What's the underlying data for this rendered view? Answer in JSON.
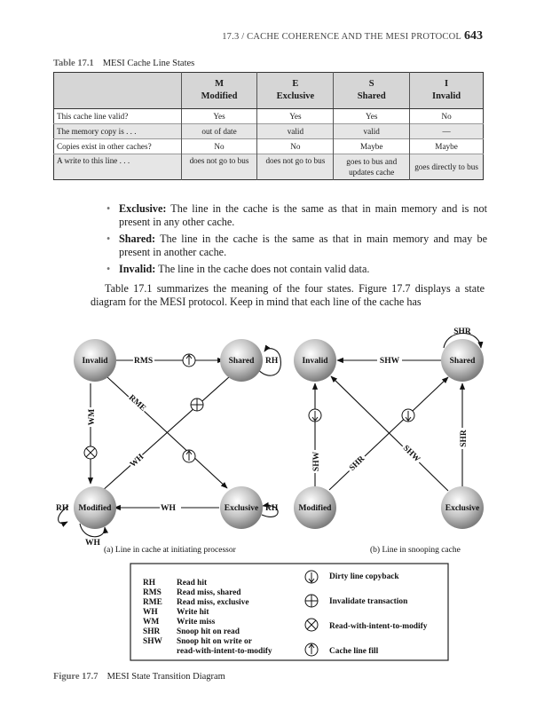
{
  "header": {
    "running_title": "17.3 / CACHE COHERENCE AND THE MESI PROTOCOL",
    "page_number": "643"
  },
  "table": {
    "label": "Table 17.1",
    "caption": "MESI Cache Line States",
    "columns": [
      {
        "letter": "M",
        "name": "Modified"
      },
      {
        "letter": "E",
        "name": "Exclusive"
      },
      {
        "letter": "S",
        "name": "Shared"
      },
      {
        "letter": "I",
        "name": "Invalid"
      }
    ],
    "rows": [
      {
        "label": "This cache line valid?",
        "cells": [
          "Yes",
          "Yes",
          "Yes",
          "No"
        ]
      },
      {
        "label": "The memory copy is . . .",
        "cells": [
          "out of date",
          "valid",
          "valid",
          "—"
        ]
      },
      {
        "label": "Copies exist in other caches?",
        "cells": [
          "No",
          "No",
          "Maybe",
          "Maybe"
        ]
      },
      {
        "label": "A write to this line . . .",
        "cells": [
          "does not go to bus",
          "does not go to bus",
          "goes to bus and updates cache",
          "goes directly to bus"
        ]
      }
    ]
  },
  "bullets": [
    {
      "term": "Exclusive:",
      "text": "The line in the cache is the same as that in main memory and is not present in any other cache."
    },
    {
      "term": "Shared:",
      "text": "The line in the cache is the same as that in main memory and may be present in another cache."
    },
    {
      "term": "Invalid:",
      "text": "The line in the cache does not contain valid data."
    }
  ],
  "paragraph": "Table 17.1 summarizes the meaning of the four states. Figure 17.7 displays a state diagram for the MESI protocol. Keep in mind that each line of the cache has",
  "figure": {
    "label": "Figure 17.7",
    "caption": "MESI State Transition Diagram",
    "states": {
      "invalid": "Invalid",
      "shared": "Shared",
      "modified": "Modified",
      "exclusive": "Exclusive"
    },
    "left_edges": {
      "rms": "RMS",
      "wm": "WM",
      "rme": "RME",
      "wh_diag": "WH",
      "wh_bottom": "WH",
      "rh_shared": "RH",
      "rh_modified": "RH",
      "rh_exclusive": "RH",
      "wh_loop": "WH"
    },
    "right_edges": {
      "shw_top": "SHW",
      "shw_left": "SHW",
      "shr_diag": "SHR",
      "shw_diag": "SHW",
      "shr_right": "SHR",
      "shr_loop": "SHR"
    },
    "subcaption_a": "(a) Line in cache at initiating processor",
    "subcaption_b": "(b) Line in snooping cache",
    "legend": [
      {
        "abbr": "RH",
        "meaning": "Read hit"
      },
      {
        "abbr": "RMS",
        "meaning": "Read miss, shared"
      },
      {
        "abbr": "RME",
        "meaning": "Read miss, exclusive"
      },
      {
        "abbr": "WH",
        "meaning": "Write hit"
      },
      {
        "abbr": "WM",
        "meaning": "Write miss"
      },
      {
        "abbr": "SHR",
        "meaning": "Snoop hit on read"
      },
      {
        "abbr": "SHW",
        "meaning": "Snoop hit on write or"
      },
      {
        "abbr": "",
        "meaning": "read-with-intent-to-modify"
      }
    ],
    "symbols": [
      {
        "icon": "arrow-down-circle-icon",
        "meaning": "Dirty line copyback"
      },
      {
        "icon": "plus-circle-icon",
        "meaning": "Invalidate transaction"
      },
      {
        "icon": "x-circle-icon",
        "meaning": "Read-with-intent-to-modify"
      },
      {
        "icon": "arrow-up-circle-icon",
        "meaning": "Cache line fill"
      }
    ]
  }
}
